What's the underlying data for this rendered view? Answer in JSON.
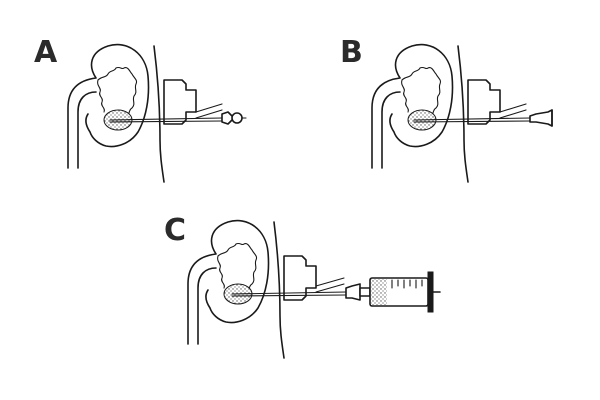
{
  "panels": [
    {
      "id": "A",
      "label": "A",
      "instrument": "needle-with-stylet"
    },
    {
      "id": "B",
      "label": "B",
      "instrument": "needle-stylet-removed"
    },
    {
      "id": "C",
      "label": "C",
      "instrument": "syringe-aspiration"
    }
  ],
  "colors": {
    "line": "#1a1a1a",
    "label": "#2b2b2b",
    "background": "#ffffff",
    "stipple": "#555555"
  }
}
